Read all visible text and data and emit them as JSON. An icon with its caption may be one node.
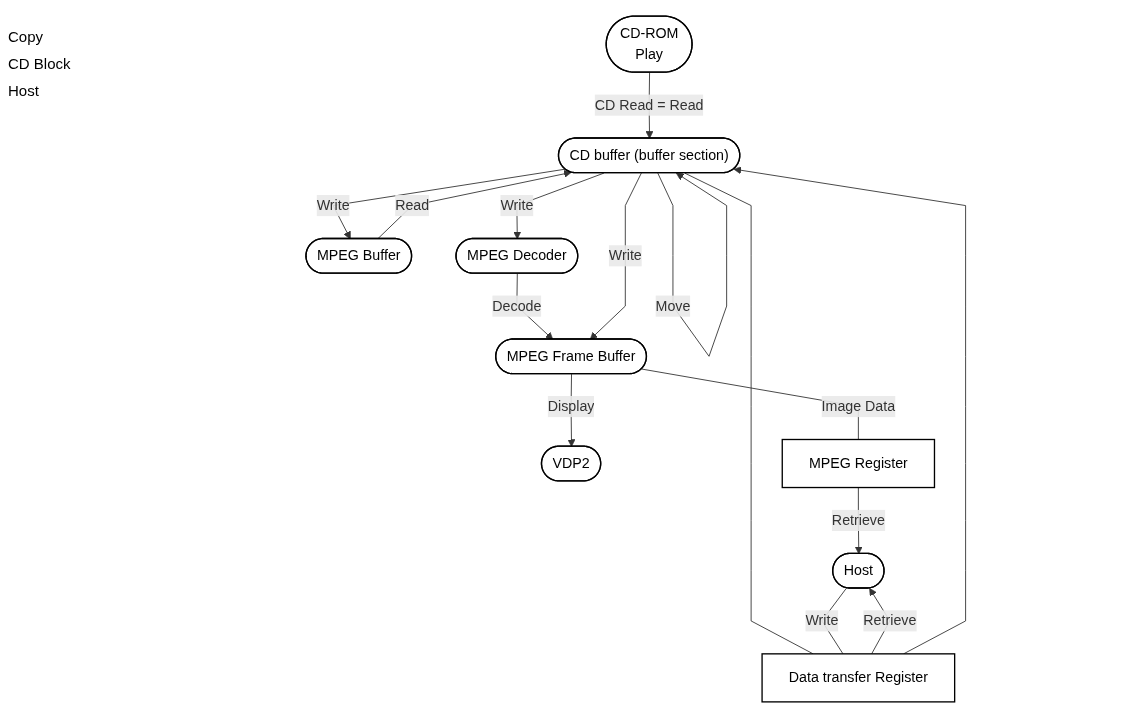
{
  "diagram": {
    "nodes": [
      {
        "text": [
          "CD-ROM",
          "Play"
        ]
      },
      {
        "text": [
          "MPEG Buffer"
        ]
      },
      {
        "text": [
          "MPEG Decoder"
        ]
      },
      {
        "text": [
          "VDP2"
        ]
      },
      {
        "text": [
          "CD buffer (buffer section)"
        ]
      },
      {
        "text": [
          "MPEG Frame Buffer"
        ]
      },
      {
        "text": [
          "Data transfer Register"
        ]
      },
      {
        "text": [
          "MPEG Register"
        ]
      },
      {
        "text": [
          "Host"
        ]
      }
    ],
    "edges": [
      {
        "from": 0,
        "to": 4,
        "arrow": "to",
        "label": "CD Read = Read"
      },
      {
        "from": 1,
        "to": 4,
        "arrow": "to",
        "label": "Read"
      },
      {
        "from": 4,
        "to": 1,
        "arrow": "to",
        "label": "Write"
      },
      {
        "from": 4,
        "to": 2,
        "arrow": "to",
        "label": "Write"
      },
      {
        "from": 2,
        "to": 5,
        "arrow": "to",
        "label": "Decode"
      },
      {
        "from": 5,
        "to": 3,
        "arrow": "to",
        "label": "Display"
      },
      {
        "from": 4,
        "to": 4,
        "arrow": "to",
        "label": "Move"
      },
      {
        "from": 4,
        "to": 5,
        "arrow": "to",
        "label": "Write"
      },
      {
        "from": 4,
        "to": 6,
        "arrow": "none"
      },
      {
        "from": 6,
        "to": 8,
        "arrow": "to",
        "label": "Retrieve"
      },
      {
        "from": 8,
        "to": 6,
        "arrow": "none",
        "label": "Write"
      },
      {
        "from": 6,
        "to": 4,
        "arrow": "to"
      },
      {
        "from": 5,
        "to": 7,
        "arrow": "none",
        "label": "Image Data"
      },
      {
        "from": 7,
        "to": 8,
        "arrow": "to",
        "label": "Retrieve"
      }
    ],
    "labels": [
      "Copy",
      "CD Block",
      "Host"
    ]
  }
}
